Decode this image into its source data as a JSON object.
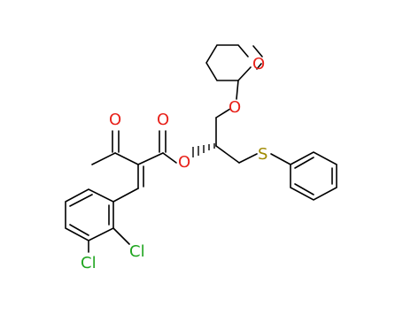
{
  "molecule": {
    "atom_labels": {
      "ketone_oxygen": "O",
      "ester_carbonyl_oxygen": "O",
      "ester_oxygen": "O",
      "ether_oxygen": "O",
      "ring_oxygen": "O",
      "sulfur": "S",
      "chlorine_2": "Cl",
      "chlorine_3": "Cl"
    },
    "colors": {
      "bond": "#000000",
      "oxygen": "#e8211a",
      "sulfur": "#a08a00",
      "chlorine": "#1fa51f"
    }
  }
}
